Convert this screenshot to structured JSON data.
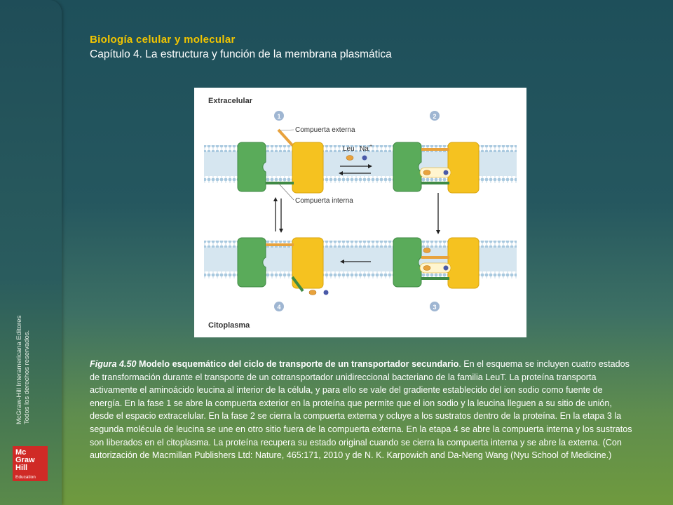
{
  "header": {
    "title": "Biología celular y molecular",
    "subtitle": "Capítulo 4. La estructura y función de la membrana plasmática"
  },
  "sidebar": {
    "publisher": "McGraw-Hill Interamericana Editores",
    "rights": "Todos los derechos reservados.",
    "logo_lines": [
      "Mc",
      "Graw",
      "Hill",
      "Education"
    ]
  },
  "figure": {
    "label_top": "Extracelular",
    "label_bottom": "Citoplasma",
    "gate_outer": "Compuerta externa",
    "gate_inner": "Compuerta interna",
    "leu": "Leu",
    "na": "Na",
    "na_sup": "+",
    "steps": [
      "1",
      "2",
      "3",
      "4"
    ],
    "colors": {
      "green": "#5aab5a",
      "yellow": "#f5c220",
      "membrane": "#b9d5e6",
      "gate": "#e8a23c",
      "leucine": "#e8a23c",
      "sodium": "#4a5aa8",
      "step_badge": "#9fb6d2"
    }
  },
  "caption": {
    "fig_label": "Figura 4.50",
    "title": "Modelo esquemático del ciclo de transporte de un transportador secundario",
    "body": ". En el esquema se incluyen cuatro estados de transformación durante el transporte de un cotransportador unidireccional bacteriano de la familia LeuT. La proteína transporta activamente el aminoácido leucina al interior de la célula, y para ello se vale del gradiente establecido del ion sodio como fuente de energía. En la fase 1 se abre la compuerta exterior en la proteína que permite que el ion sodio y la leucina lleguen a su sitio de unión, desde el espacio extracelular. En la fase 2 se cierra la compuerta externa y ocluye a los sustratos dentro de la proteína. En la etapa 3 la segunda molécula de leucina se une en otro sitio fuera de la compuerta externa. En la etapa 4 se abre la compuerta interna y los sustratos son liberados en el citoplasma. La proteína recupera su estado original cuando se cierra la compuerta interna y se abre la externa. (Con autorización de Macmillan Publishers Ltd: Nature, 465:171, 2010 y de N. K. Karpowich and Da-Neng Wang (Nyu School of Medicine.)"
  }
}
